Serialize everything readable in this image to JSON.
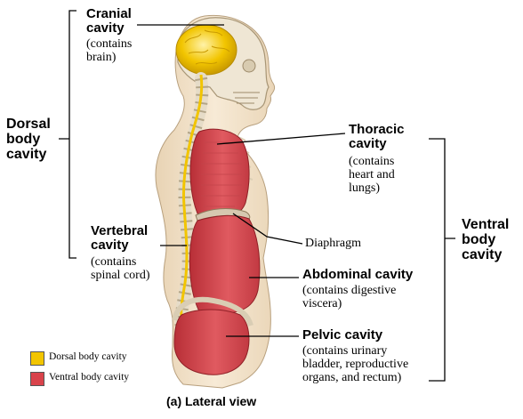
{
  "labels": {
    "cranial_title": "Cranial\ncavity",
    "cranial_desc": "(contains\nbrain)",
    "dorsal": "Dorsal\nbody\ncavity",
    "vertebral_title": "Vertebral\ncavity",
    "vertebral_desc": "(contains\nspinal cord)",
    "thoracic_title": "Thoracic\ncavity",
    "thoracic_desc": "(contains\nheart and\nlungs)",
    "diaphragm": "Diaphragm",
    "ventral": "Ventral\nbody\ncavity",
    "abdominal_title": "Abdominal cavity",
    "abdominal_desc": "(contains digestive\nviscera)",
    "pelvic_title": "Pelvic cavity",
    "pelvic_desc": "(contains urinary\nbladder, reproductive\norgans, and rectum)"
  },
  "legend": [
    {
      "label": "Dorsal body cavity",
      "color": "#f2c500"
    },
    {
      "label": "Ventral body cavity",
      "color": "#d9434b"
    }
  ],
  "caption": "(a) Lateral view",
  "colors": {
    "dorsal": "#f2c500",
    "ventral": "#d9434b",
    "skin": "#f3e2c9",
    "bone": "#ece4d6"
  }
}
